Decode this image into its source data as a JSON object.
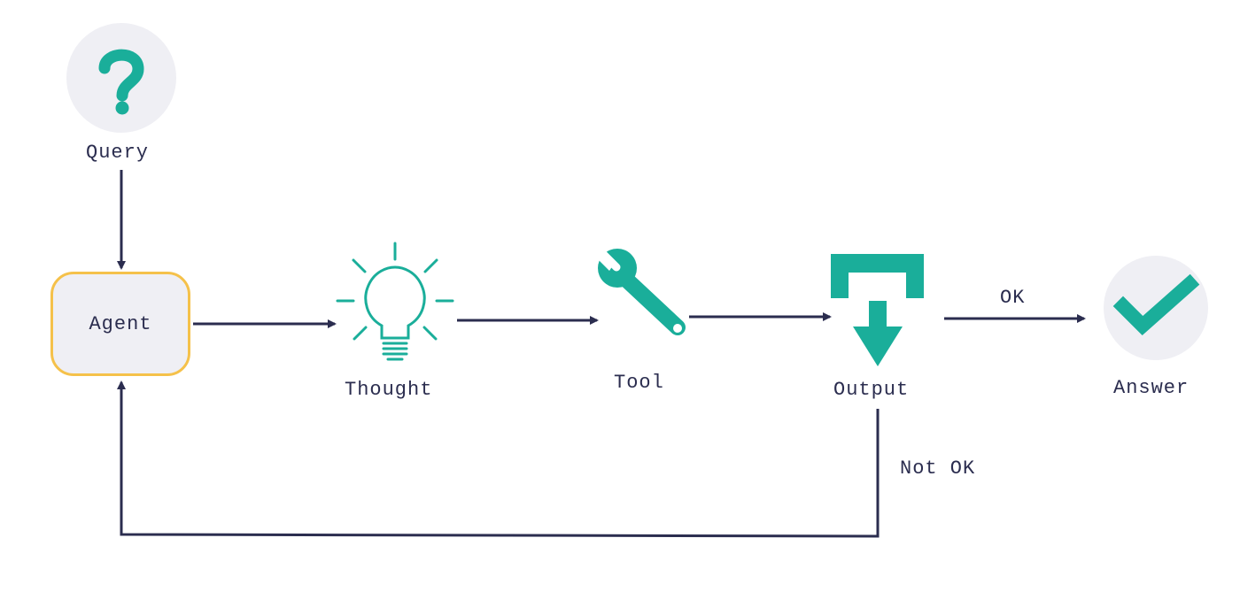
{
  "nodes": {
    "query": {
      "label": "Query",
      "icon": "question-mark-icon"
    },
    "agent": {
      "label": "Agent"
    },
    "thought": {
      "label": "Thought",
      "icon": "lightbulb-icon"
    },
    "tool": {
      "label": "Tool",
      "icon": "wrench-icon"
    },
    "output": {
      "label": "Output",
      "icon": "output-tray-icon"
    },
    "answer": {
      "label": "Answer",
      "icon": "checkmark-icon"
    }
  },
  "edges": {
    "ok_label": "OK",
    "not_ok_label": "Not OK"
  },
  "colors": {
    "accent": "#1aae9a",
    "line": "#2b2d4f",
    "agent_border": "#f5c14a",
    "circle_bg": "#efeff4"
  }
}
